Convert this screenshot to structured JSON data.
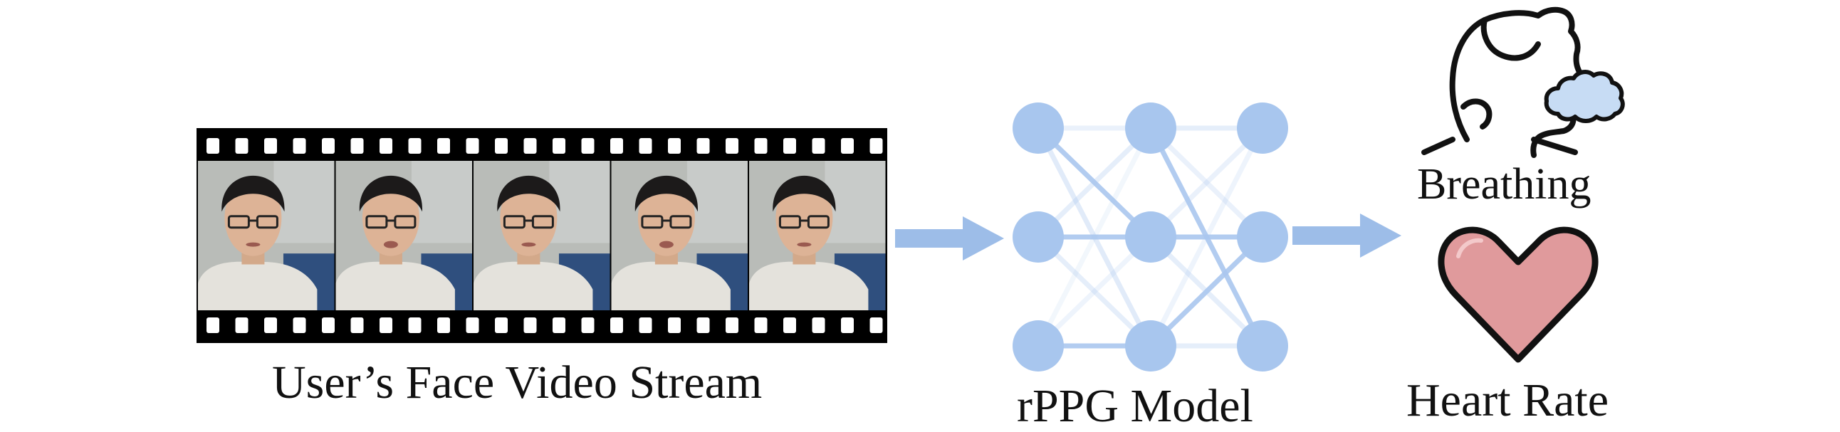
{
  "diagram": {
    "input_label": "User’s Face Video Stream",
    "model_label": "rPPG Model",
    "outputs": [
      {
        "label": "Breathing",
        "icon": "breathing-person-icon"
      },
      {
        "label": "Heart Rate",
        "icon": "heart-icon"
      }
    ],
    "frame_count": 5,
    "network_layers": [
      3,
      3,
      3
    ]
  },
  "colors": {
    "arrow": "#9dbde8",
    "node": "#a8c6ee",
    "edge": "#aac6ee",
    "heart_fill": "#e09a9c",
    "film": "#000000",
    "cloud": "#c7dcf4"
  }
}
